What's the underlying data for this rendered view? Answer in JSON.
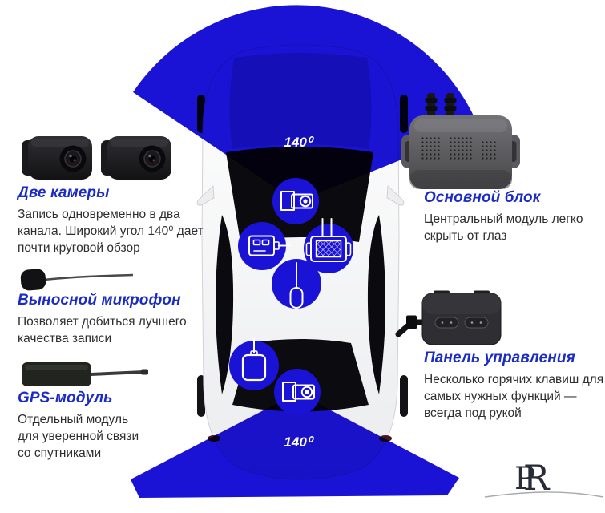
{
  "palette": {
    "cone_blue": "#1a13d6",
    "heading_blue": "#1b2bc4",
    "body_text": "#2e2e31",
    "background": "#ffffff",
    "logo_navy": "#272c37"
  },
  "fov": {
    "front": "140⁰",
    "rear": "140⁰"
  },
  "callouts": {
    "cameras": {
      "title": "Две камеры",
      "description": "Запись одновременно в два\nканала. Широкий угол 140⁰ дает\nпочти круговой обзор"
    },
    "microphone": {
      "title": "Выносной микрофон",
      "description": "Позволяет добиться лучшего\nкачества записи"
    },
    "gps": {
      "title": "GPS-модуль",
      "description": "Отдельный модуль\nдля уверенной связи\nсо спутниками"
    },
    "main_unit": {
      "title": "Основной блок",
      "description": "Центральный модуль легко\nскрыть от глаз"
    },
    "control_panel": {
      "title": "Панель управления",
      "description": "Несколько горячих клавиш для\nсамых нужных функций —\nвсегда под рукой"
    }
  },
  "hotspots": [
    "front-camera-icon",
    "control-panel-icon",
    "main-unit-icon",
    "microphone-icon",
    "gps-module-icon",
    "rear-camera-icon"
  ],
  "logo": {
    "letter_p": "P",
    "letter_r": "R"
  }
}
